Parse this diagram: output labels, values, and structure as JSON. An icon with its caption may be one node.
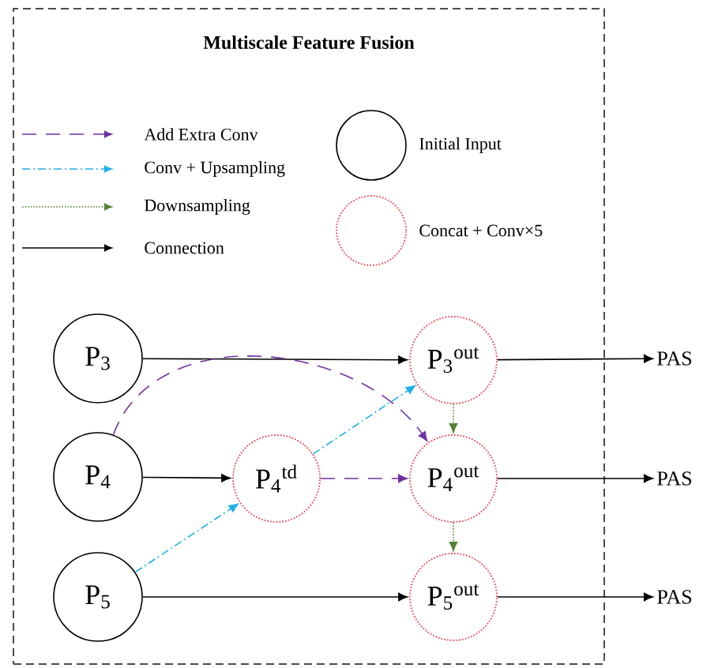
{
  "diagram": {
    "nodes": [
      {
        "text": [
          "Multiscale Feature Fusion"
        ]
      },
      {
        "text": [
          "P$_{3}$"
        ],
        "in": 0
      },
      {
        "text": [
          "P$_{3}$$^{out}$"
        ],
        "in": 0
      },
      {
        "text": [
          "PAS"
        ]
      },
      {
        "text": [
          "P$_{4}$"
        ],
        "in": 0
      },
      {
        "text": [
          "P$_{4}$$^{td}$"
        ],
        "in": 0
      },
      {
        "text": [
          "P$_{4}$$^{out}$"
        ],
        "in": 0
      },
      {
        "text": [
          "PAS"
        ]
      },
      {
        "text": [
          "P$_{5}$"
        ],
        "in": 0
      },
      {
        "text": [
          "P$_{5}$$^{out}$"
        ],
        "in": 0
      },
      {
        "text": [
          "PAS"
        ]
      }
    ],
    "edges": [
      {
        "from": 1,
        "to": 2,
        "arrow": "to"
      },
      {
        "from": 2,
        "to": 3,
        "arrow": "to"
      },
      {
        "from": 4,
        "to": 5,
        "arrow": "to"
      },
      {
        "from": 4,
        "to": 6,
        "arrow": "to",
        "style": "dashed",
        "color": "#7030a0"
      },
      {
        "from": 5,
        "to": 6,
        "arrow": "to",
        "style": "dashed",
        "color": "#7030a0"
      },
      {
        "from": 5,
        "to": 2,
        "arrow": "to",
        "style": "dashed",
        "color": "#1fb0e8"
      },
      {
        "from": 8,
        "to": 5,
        "arrow": "to",
        "style": "dashed",
        "color": "#1fb0e8"
      },
      {
        "from": 2,
        "to": 6,
        "arrow": "to",
        "style": "dashed",
        "color": "#548235"
      },
      {
        "from": 6,
        "to": 9,
        "arrow": "to",
        "style": "dashed",
        "color": "#548235"
      },
      {
        "from": 6,
        "to": 7,
        "arrow": "to"
      },
      {
        "from": 8,
        "to": 9,
        "arrow": "to"
      },
      {
        "from": 9,
        "to": 10,
        "arrow": "to"
      }
    ],
    "legend": [
      {
        "text": "Add Extra Conv"
      },
      {
        "text": "Conv + Upsampling"
      },
      {
        "text": "Downsampling"
      },
      {
        "text": "Connection"
      },
      {
        "text": "Initial Input"
      },
      {
        "text": "Concat + Conv×5"
      }
    ]
  }
}
